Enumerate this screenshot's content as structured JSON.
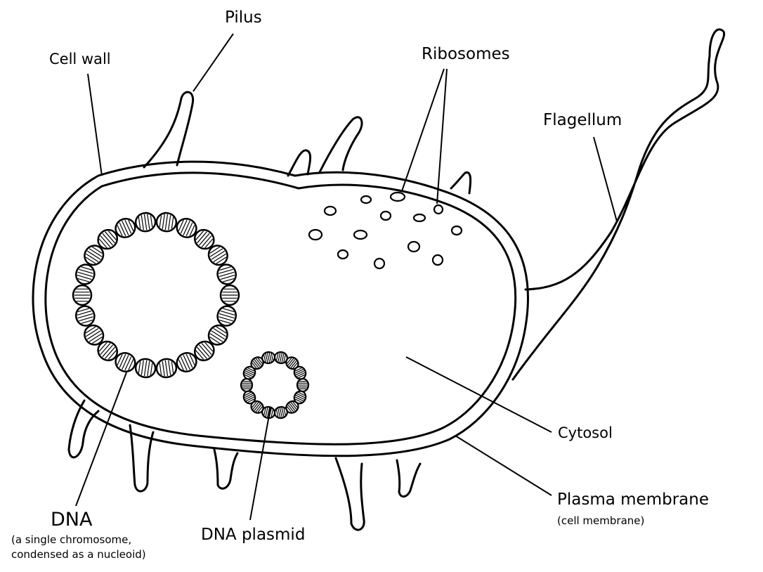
{
  "title": "Bacterial cell structure",
  "labels": {
    "pilus": "Pilus",
    "cell_wall": "Cell wall",
    "ribosomes": "Ribosomes",
    "flagellum": "Flagellum",
    "cytosol": "Cytosol",
    "plasma_membrane": "Plasma membrane",
    "plasma_membrane_note": "(cell membrane)",
    "dna": "DNA",
    "dna_note_line1": "(a single chromosome,",
    "dna_note_line2": "condensed as a nucleoid)",
    "dna_plasmid": "DNA plasmid"
  },
  "colors": {
    "ink": "#000000",
    "background": "#ffffff"
  }
}
